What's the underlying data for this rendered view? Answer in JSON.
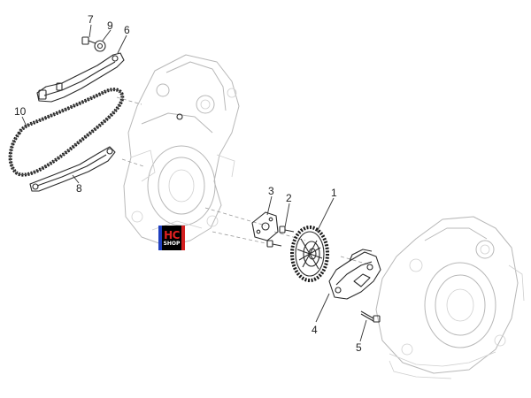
{
  "callouts": [
    {
      "id": "1",
      "label": "1"
    },
    {
      "id": "2",
      "label": "2"
    },
    {
      "id": "3",
      "label": "3"
    },
    {
      "id": "4",
      "label": "4"
    },
    {
      "id": "5",
      "label": "5"
    },
    {
      "id": "6",
      "label": "6"
    },
    {
      "id": "7",
      "label": "7"
    },
    {
      "id": "8",
      "label": "8"
    },
    {
      "id": "9",
      "label": "9"
    },
    {
      "id": "10",
      "label": "10"
    }
  ],
  "logo": {
    "line1": "HC",
    "line2": "SHOP",
    "colors": {
      "left": "#1f3fbf",
      "right": "#d42020",
      "text": "#e02020"
    }
  }
}
